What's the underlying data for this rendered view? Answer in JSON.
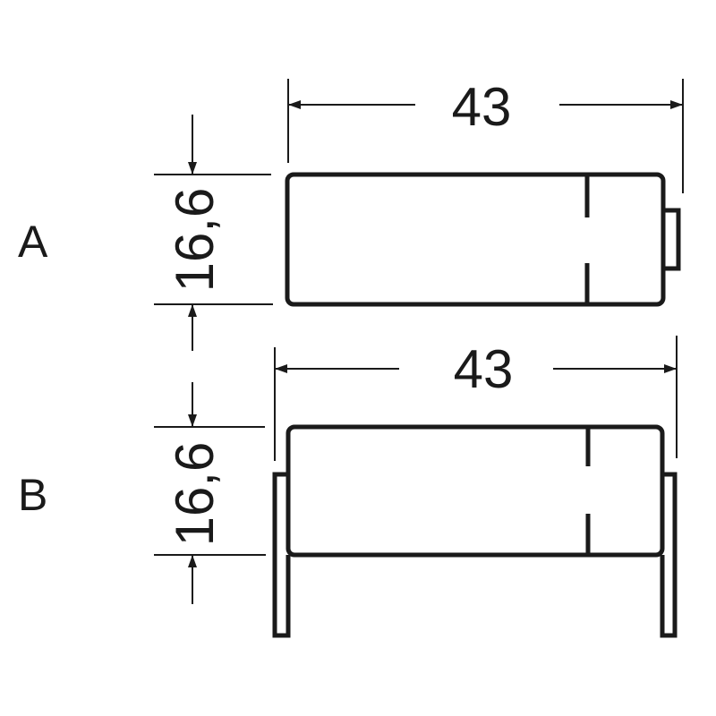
{
  "variants": [
    {
      "label": "A",
      "length_dim": "43",
      "diameter_dim": "16,6",
      "terminal_style": "button-top"
    },
    {
      "label": "B",
      "length_dim": "43",
      "diameter_dim": "16,6",
      "terminal_style": "solder-tabs"
    }
  ],
  "colors": {
    "line": "#1a1a1a",
    "background": "#ffffff"
  }
}
